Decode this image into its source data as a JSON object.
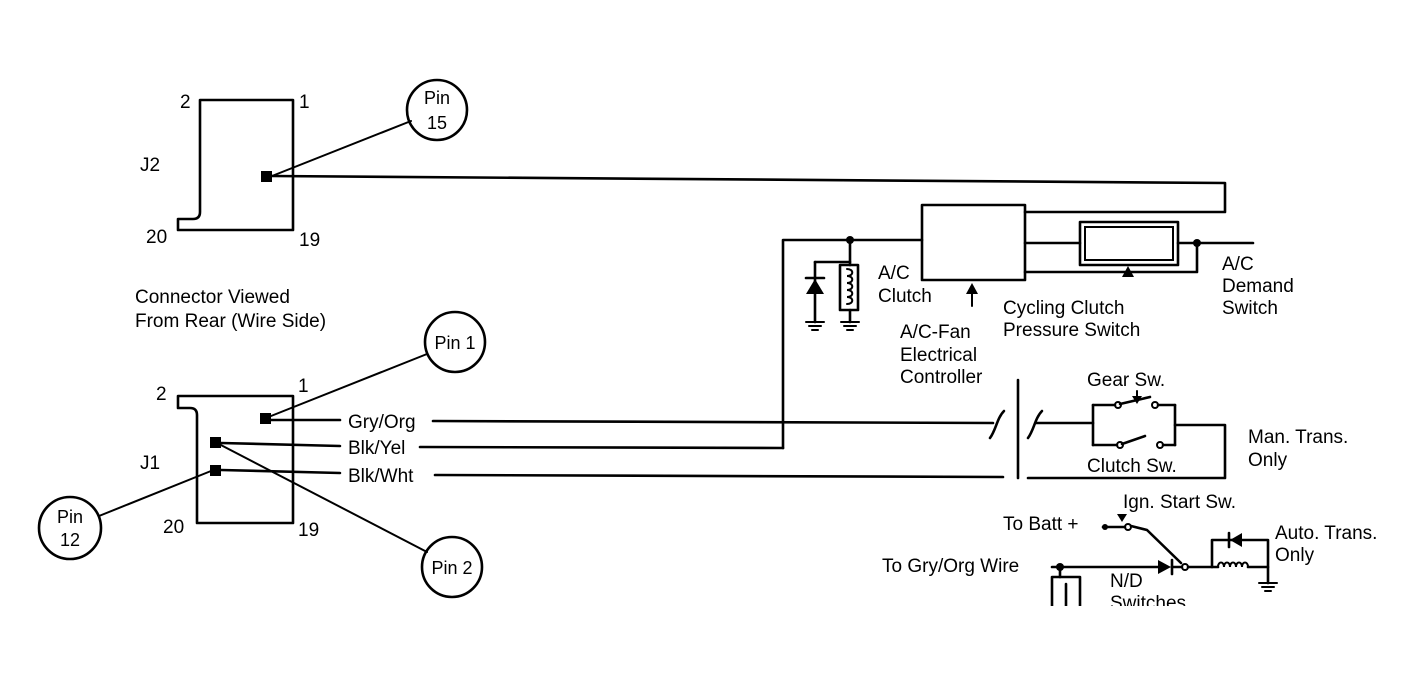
{
  "colors": {
    "line": "#000000",
    "background": "#ffffff"
  },
  "connectors": {
    "j2": {
      "label": "J2",
      "corner_top_left": "2",
      "corner_top_right": "1",
      "corner_bottom_left": "20",
      "corner_bottom_right": "19"
    },
    "j1": {
      "label": "J1",
      "corner_top_left": "2",
      "corner_top_right": "1",
      "corner_bottom_left": "20",
      "corner_bottom_right": "19"
    },
    "view_note": [
      "Connector Viewed",
      "From Rear (Wire Side)"
    ]
  },
  "pin_callouts": {
    "pin_15": [
      "Pin",
      "15"
    ],
    "pin_1": "Pin 1",
    "pin_12": [
      "Pin",
      "12"
    ],
    "pin_2": "Pin 2"
  },
  "wires": {
    "gry_org": "Gry/Org",
    "blk_yel": "Blk/Yel",
    "blk_wht": "Blk/Wht"
  },
  "components": {
    "ac_clutch": [
      "A/C",
      "Clutch"
    ],
    "fan_controller": [
      "A/C-Fan",
      "Electrical",
      "Controller"
    ],
    "pressure_switch": [
      "Cycling Clutch",
      "Pressure Switch"
    ],
    "demand_switch": [
      "A/C",
      "Demand",
      "Switch"
    ],
    "gear_switch": "Gear Sw.",
    "clutch_switch": "Clutch Sw.",
    "man_trans": [
      "Man. Trans.",
      "Only"
    ],
    "ign_switch": "Ign. Start Sw.",
    "to_batt": "To Batt +",
    "auto_trans": [
      "Auto. Trans.",
      "Only"
    ],
    "to_gry_org": "To Gry/Org Wire",
    "nd_switches": [
      "N/D",
      "Switches"
    ]
  }
}
